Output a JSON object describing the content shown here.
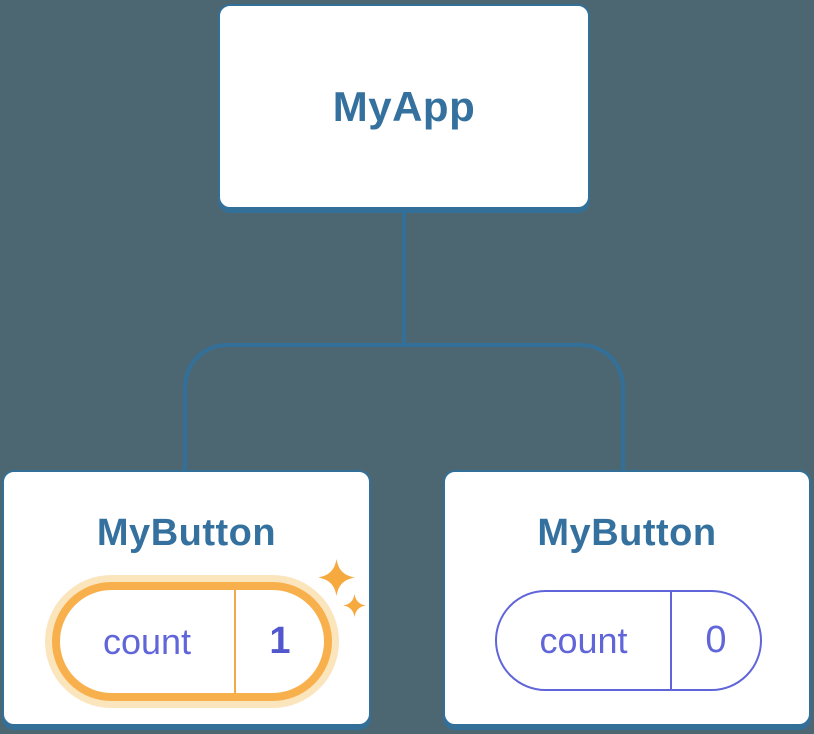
{
  "colors": {
    "bg": "#4D6772",
    "line": "#337099",
    "card": "#FFFFFF",
    "title": "#35719E",
    "indigo": "#6065D9",
    "indigo-bold": "#5257CE",
    "orange": "#F8B04D",
    "orange-halo": "#FBE5BD",
    "orange-divider": "#F2A94C",
    "sparkle": "#F5A93E"
  },
  "diagram": {
    "type": "component-tree",
    "root": {
      "label": "MyApp"
    },
    "children": [
      {
        "label": "MyButton",
        "state": {
          "key": "count",
          "value": "1"
        },
        "highlighted": true
      },
      {
        "label": "MyButton",
        "state": {
          "key": "count",
          "value": "0"
        },
        "highlighted": false
      }
    ]
  }
}
